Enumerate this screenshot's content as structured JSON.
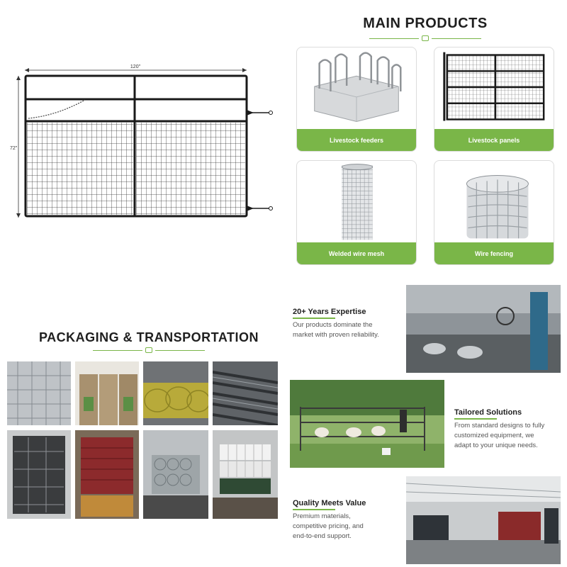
{
  "gate_drawing": {
    "width_label": "120\"",
    "height_label": "72\""
  },
  "main_products": {
    "title": "MAIN PRODUCTS",
    "items": [
      {
        "label": "Livestock feeders"
      },
      {
        "label": "Livestock panels"
      },
      {
        "label": "Welded wire mesh"
      },
      {
        "label": "Wire fencing"
      }
    ]
  },
  "packaging": {
    "title": "PACKAGING & TRANSPORTATION"
  },
  "features": [
    {
      "title": "20+ Years Expertise",
      "body": [
        "Our products dominate the",
        "market with proven reliability."
      ]
    },
    {
      "title": "Tailored Solutions",
      "body": [
        "From standard designs to fully",
        "customized equipment, we",
        "adapt to your unique needs."
      ]
    },
    {
      "title": "Quality Meets Value",
      "body": [
        "Premium materials,",
        "competitive pricing, and",
        "end-to-end support."
      ]
    }
  ],
  "colors": {
    "accent": "#7ab648",
    "frame": "#1a1a1a"
  }
}
